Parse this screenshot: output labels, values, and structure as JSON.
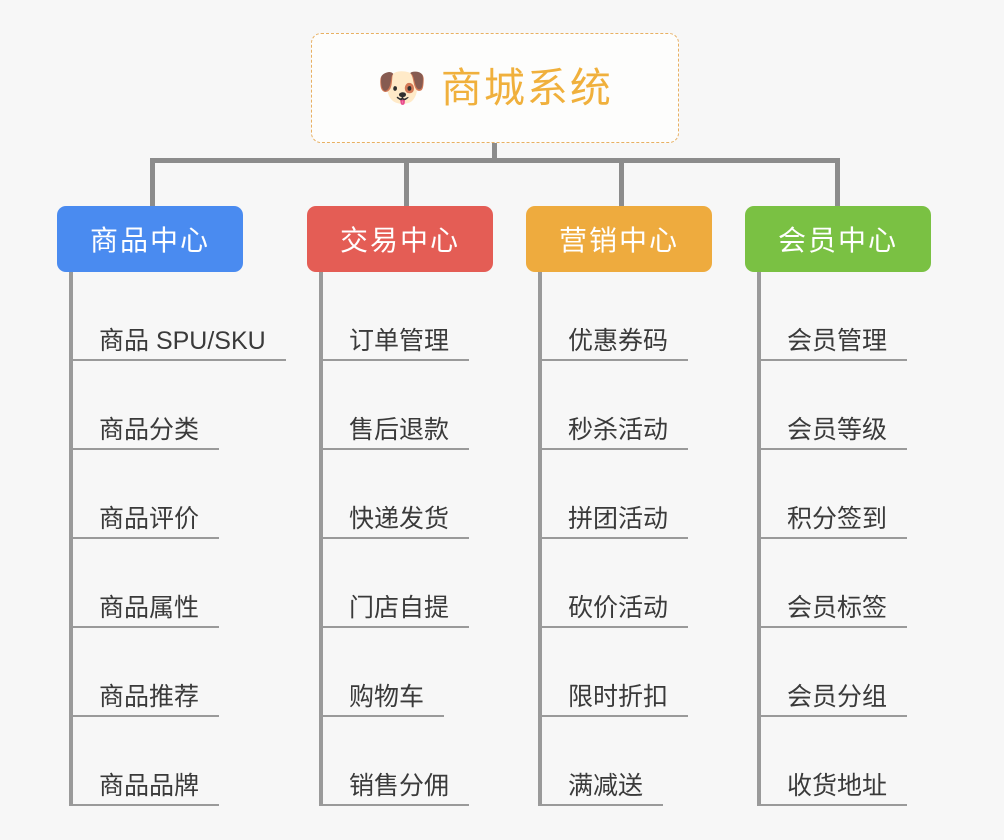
{
  "background_color": "#f7f7f7",
  "root": {
    "icon": "dog-face-icon",
    "icon_glyph": "🐶",
    "title": "商城系统",
    "text_color": "#f0b03c",
    "border_color": "#e8b062"
  },
  "columns": [
    {
      "id": "product-center",
      "title": "商品中心",
      "color": "#4a8bf0",
      "items": [
        "商品 SPU/SKU",
        "商品分类",
        "商品评价",
        "商品属性",
        "商品推荐",
        "商品品牌"
      ]
    },
    {
      "id": "trade-center",
      "title": "交易中心",
      "color": "#e45d55",
      "items": [
        "订单管理",
        "售后退款",
        "快递发货",
        "门店自提",
        "购物车",
        "销售分佣"
      ]
    },
    {
      "id": "marketing-center",
      "title": "营销中心",
      "color": "#eeab3e",
      "items": [
        "优惠券码",
        "秒杀活动",
        "拼团活动",
        "砍价活动",
        "限时折扣",
        "满减送"
      ]
    },
    {
      "id": "member-center",
      "title": "会员中心",
      "color": "#7ac143",
      "items": [
        "会员管理",
        "会员等级",
        "积分签到",
        "会员标签",
        "会员分组",
        "收货地址"
      ]
    }
  ],
  "connector_color": "#8c8c8c"
}
